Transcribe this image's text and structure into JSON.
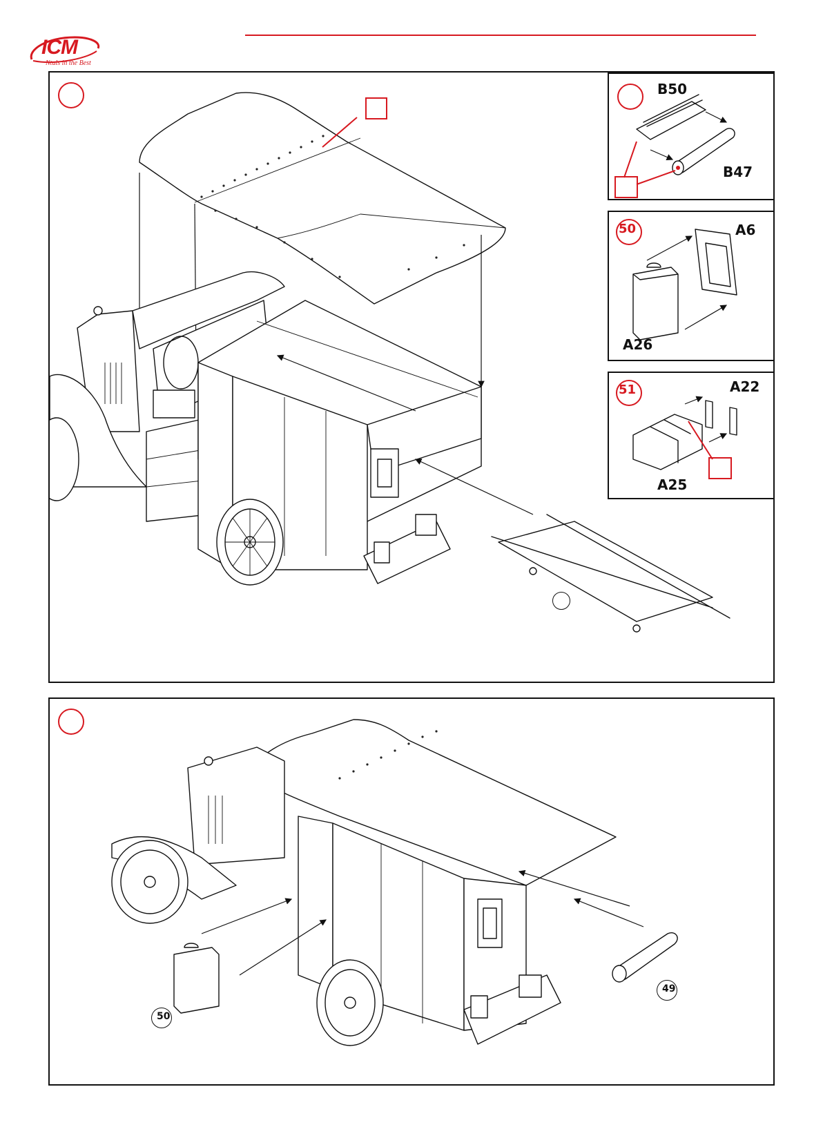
{
  "brand": {
    "name": "ICM",
    "slogan": "Ntuls in the Best",
    "accent_color": "#d71920"
  },
  "panel_main_top": {
    "step_circle_label": "",
    "small_circle_label": ""
  },
  "panel_sub_a": {
    "step_circle_label": "",
    "parts": [
      "B50",
      "B47"
    ]
  },
  "panel_sub_b": {
    "step_number": "50",
    "parts": [
      "A6",
      "A26"
    ]
  },
  "panel_sub_c": {
    "step_number": "51",
    "parts": [
      "A22",
      "A25"
    ]
  },
  "panel_main_bottom": {
    "step_circle_label": "",
    "sub_step_left": "50",
    "sub_step_right": "49"
  },
  "icons": [
    "glue-marker-square",
    "step-circle",
    "assembly-arrow"
  ]
}
